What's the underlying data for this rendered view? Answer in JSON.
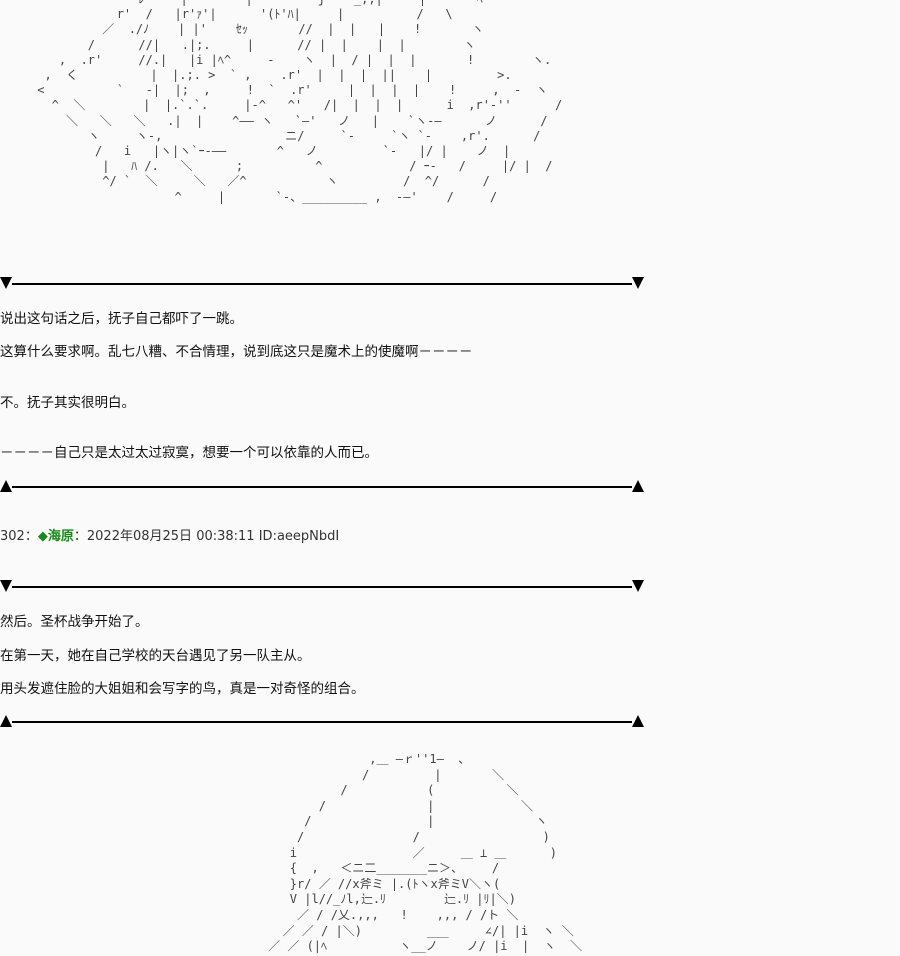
{
  "art": {
    "top": "               ﾚ     |        |     '   j    _,,|     |       ﾍ \n            r'  /   |r'ｧ'|      '(ﾄ'ﾊ|     |          /   \\\n          ／  ./ﾉ    | |'    ｾｯ       //  |  |   |    !       ヽ\n        /      //|   .|;.     |      // |  |    |  |        ヽ\n    ,  .r'     //.|   |i |ﾍ^     -    ヽ  |  / |  |  |       !        ヽ.\n  ,  く          |  |.;. >  ` ,    .r'  |  |  |  ||    |         >.\n <          `   -|  |;  ,     !  `  .r'     |  |  |  |    !     ,  -  ヽ\n   ^  ＼        |  |.`.`.     |-^   ^'   /|  |  |  |      i  ,r'-''      /\n     ＼   ＼   ＼   .|  |    ^―― ヽ   `―'   ノ   |    `ヽ-―      ノ      /\n        ヽ     ヽ-,                 ニ/     `-     `ヽ `-    ,r'.      /\n         /   i   |ヽ|ヽ`ｰ-――       ^   ノ         `-   |/ |    ノ  |\n          |   ﾊ /.   ＼      ;          ^            / ｰ-   /     |/ |  /\n          ^/ `  ＼     ＼   ／^           ヽ         /  ^/      /\n                    ^     |       `-、_________ ,  -―'    /     /",
    "bottom": "                   ,＿ ―ｒ''1―  、\n                  /         |       ＼\n               /           (          ＼\n            /              |            ＼\n          /                |              ヽ\n         /               /                 )\n        i                ／     ＿ ⊥ ＿      )\n        {  ,   ＜ニ二_______ニ＞、    /\n        }r/ ／ //x斧ミ |.(ﾄヽx斧ミV＼ヽ(\n        V |l//_ﾉl,辷.ﾘ        辷.ﾘ |ﾘ|＼)\n         ／ / /乂.,,,   !    ,,, / /ト ＼\n       ／ ／ / |＼)         ___     ∠/| |i  ヽ ＼\n     ／ ／ (|ﾍ          ヽ__ノ    ノ/ |i  |  ヽ  ＼"
  },
  "dividers": {
    "divider_1": "▼━━━━━━━━━━━━━━━━━━━━━━━━━━━━━━━━━━━━━━━━━━━━━━━▼",
    "divider_2": "▲━━━━━━━━━━━━━━━━━━━━━━━━━━━━━━━━━━━━━━━━━━━━━━━▲",
    "divider_3": "▼━━━━━━━━━━━━━━━━━━━━━━━━━━━━━━━━━━━━━━━━━━━━━━━▼",
    "divider_4": "▲━━━━━━━━━━━━━━━━━━━━━━━━━━━━━━━━━━━━━━━━━━━━━━━▲"
  },
  "block1": {
    "line1": "说出这句话之后，抚子自己都吓了一跳。",
    "line2": "这算什么要求啊。乱七八糟、不合情理，说到底这只是魔术上的使魔啊－－－－",
    "line3": "不。抚子其实很明白。",
    "line4": "－－－－自己只是太过太过寂寞，想要一个可以依靠的人而已。"
  },
  "post": {
    "number": "302",
    "sep1": "：",
    "diamond": "◆",
    "name": "海原",
    "sep2": "：",
    "date": "2022年08月25日",
    "time": "00:38:11",
    "id": "ID:aeepNbdI"
  },
  "block2": {
    "line1": "然后。圣杯战争开始了。",
    "line2": "在第一天，她在自己学校的天台遇见了另一队主从。",
    "line3": "用头发遮住脸的大姐姐和会写字的鸟，真是一对奇怪的组合。"
  }
}
